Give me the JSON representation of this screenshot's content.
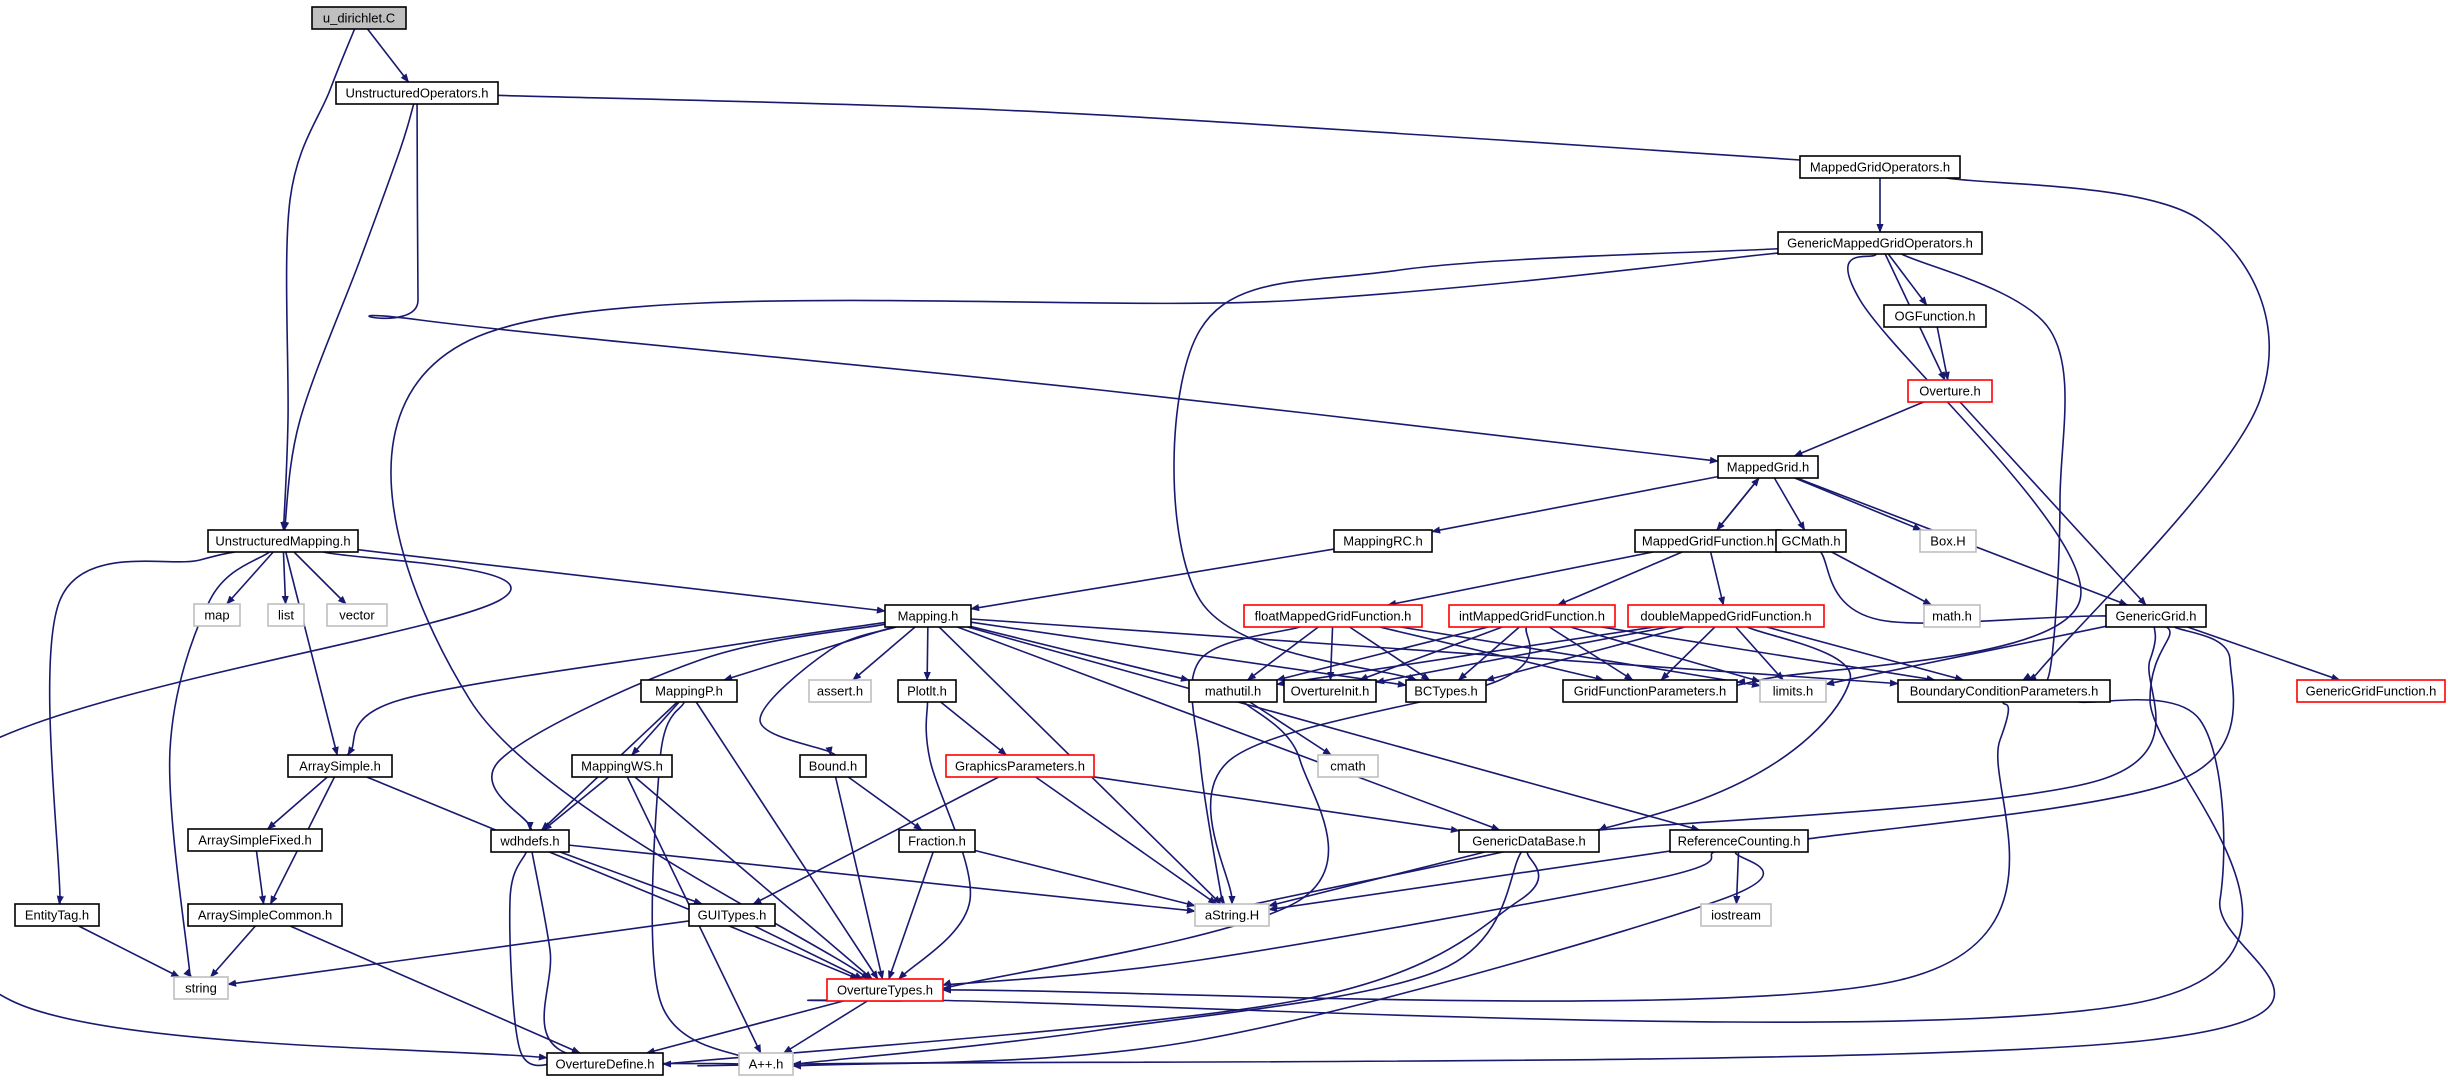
{
  "graph": {
    "nodes": [
      {
        "id": "u_dirichlet",
        "label": "u_dirichlet.C",
        "style": "root"
      },
      {
        "id": "UnstructuredOperators",
        "label": "UnstructuredOperators.h",
        "style": "normal"
      },
      {
        "id": "MappedGridOperators",
        "label": "MappedGridOperators.h",
        "style": "normal"
      },
      {
        "id": "GenericMappedGridOperators",
        "label": "GenericMappedGridOperators.h",
        "style": "normal"
      },
      {
        "id": "OGFunction",
        "label": "OGFunction.h",
        "style": "normal"
      },
      {
        "id": "Overture",
        "label": "Overture.h",
        "style": "red"
      },
      {
        "id": "MappedGrid",
        "label": "MappedGrid.h",
        "style": "normal"
      },
      {
        "id": "UnstructuredMapping",
        "label": "UnstructuredMapping.h",
        "style": "normal"
      },
      {
        "id": "MappingRC",
        "label": "MappingRC.h",
        "style": "normal"
      },
      {
        "id": "MappedGridFunction",
        "label": "MappedGridFunction.h",
        "style": "normal"
      },
      {
        "id": "GCMath",
        "label": "GCMath.h",
        "style": "normal"
      },
      {
        "id": "BoxH",
        "label": "Box.H",
        "style": "gray"
      },
      {
        "id": "map",
        "label": "map",
        "style": "gray"
      },
      {
        "id": "list",
        "label": "list",
        "style": "gray"
      },
      {
        "id": "vector",
        "label": "vector",
        "style": "gray"
      },
      {
        "id": "Mapping",
        "label": "Mapping.h",
        "style": "normal"
      },
      {
        "id": "mathh",
        "label": "math.h",
        "style": "gray"
      },
      {
        "id": "floatMGF",
        "label": "floatMappedGridFunction.h",
        "style": "red"
      },
      {
        "id": "intMGF",
        "label": "intMappedGridFunction.h",
        "style": "red"
      },
      {
        "id": "doubleMGF",
        "label": "doubleMappedGridFunction.h",
        "style": "red"
      },
      {
        "id": "GenericGrid",
        "label": "GenericGrid.h",
        "style": "normal"
      },
      {
        "id": "MappingP",
        "label": "MappingP.h",
        "style": "normal"
      },
      {
        "id": "asserth",
        "label": "assert.h",
        "style": "gray"
      },
      {
        "id": "Plotlt",
        "label": "Plotlt.h",
        "style": "normal"
      },
      {
        "id": "mathutil",
        "label": "mathutil.h",
        "style": "normal"
      },
      {
        "id": "OvertureInit",
        "label": "OvertureInit.h",
        "style": "normal"
      },
      {
        "id": "BCTypes",
        "label": "BCTypes.h",
        "style": "normal"
      },
      {
        "id": "GridFunctionParameters",
        "label": "GridFunctionParameters.h",
        "style": "normal"
      },
      {
        "id": "limitsh",
        "label": "limits.h",
        "style": "gray"
      },
      {
        "id": "BoundaryConditionParameters",
        "label": "BoundaryConditionParameters.h",
        "style": "normal"
      },
      {
        "id": "GenericGridFunction",
        "label": "GenericGridFunction.h",
        "style": "red"
      },
      {
        "id": "ArraySimple",
        "label": "ArraySimple.h",
        "style": "normal"
      },
      {
        "id": "MappingWS",
        "label": "MappingWS.h",
        "style": "normal"
      },
      {
        "id": "Bound",
        "label": "Bound.h",
        "style": "normal"
      },
      {
        "id": "GraphicsParameters",
        "label": "GraphicsParameters.h",
        "style": "red"
      },
      {
        "id": "cmath",
        "label": "cmath",
        "style": "gray"
      },
      {
        "id": "ArraySimpleFixed",
        "label": "ArraySimpleFixed.h",
        "style": "normal"
      },
      {
        "id": "wdhdefs",
        "label": "wdhdefs.h",
        "style": "normal"
      },
      {
        "id": "Fraction",
        "label": "Fraction.h",
        "style": "normal"
      },
      {
        "id": "GenericDataBase",
        "label": "GenericDataBase.h",
        "style": "normal"
      },
      {
        "id": "ReferenceCounting",
        "label": "ReferenceCounting.h",
        "style": "normal"
      },
      {
        "id": "EntityTag",
        "label": "EntityTag.h",
        "style": "normal"
      },
      {
        "id": "ArraySimpleCommon",
        "label": "ArraySimpleCommon.h",
        "style": "normal"
      },
      {
        "id": "GUITypes",
        "label": "GUITypes.h",
        "style": "normal"
      },
      {
        "id": "aStringH",
        "label": "aString.H",
        "style": "gray"
      },
      {
        "id": "iostream",
        "label": "iostream",
        "style": "gray"
      },
      {
        "id": "string",
        "label": "string",
        "style": "gray"
      },
      {
        "id": "OvertureTypes",
        "label": "OvertureTypes.h",
        "style": "red"
      },
      {
        "id": "OvertureDefine",
        "label": "OvertureDefine.h",
        "style": "normal"
      },
      {
        "id": "Appplush",
        "label": "A++.h",
        "style": "gray"
      }
    ],
    "edges": [
      {
        "from": "u_dirichlet",
        "to": "UnstructuredOperators"
      },
      {
        "from": "u_dirichlet",
        "to": "UnstructuredMapping"
      },
      {
        "from": "UnstructuredOperators",
        "to": "UnstructuredMapping"
      },
      {
        "from": "UnstructuredOperators",
        "to": "MappedGridOperators"
      },
      {
        "from": "UnstructuredOperators",
        "to": "MappedGrid"
      },
      {
        "from": "MappedGridOperators",
        "to": "GenericMappedGridOperators"
      },
      {
        "from": "MappedGridOperators",
        "to": "BoundaryConditionParameters"
      },
      {
        "from": "GenericMappedGridOperators",
        "to": "OGFunction"
      },
      {
        "from": "GenericMappedGridOperators",
        "to": "Overture"
      },
      {
        "from": "GenericMappedGridOperators",
        "to": "BoundaryConditionParameters"
      },
      {
        "from": "GenericMappedGridOperators",
        "to": "GridFunctionParameters"
      },
      {
        "from": "GenericMappedGridOperators",
        "to": "BCTypes"
      },
      {
        "from": "GenericMappedGridOperators",
        "to": "OvertureTypes"
      },
      {
        "from": "OGFunction",
        "to": "Overture"
      },
      {
        "from": "Overture",
        "to": "MappedGrid"
      },
      {
        "from": "Overture",
        "to": "GenericGrid"
      },
      {
        "from": "MappedGrid",
        "to": "MappingRC"
      },
      {
        "from": "MappedGrid",
        "to": "MappedGridFunction"
      },
      {
        "from": "MappedGrid",
        "to": "GCMath"
      },
      {
        "from": "MappedGrid",
        "to": "BoxH"
      },
      {
        "from": "MappedGrid",
        "to": "GenericGrid"
      },
      {
        "from": "MappedGridFunction",
        "to": "MappedGrid"
      },
      {
        "from": "MappedGridFunction",
        "to": "floatMGF"
      },
      {
        "from": "MappedGridFunction",
        "to": "intMGF"
      },
      {
        "from": "MappedGridFunction",
        "to": "doubleMGF"
      },
      {
        "from": "MappingRC",
        "to": "Mapping"
      },
      {
        "from": "GCMath",
        "to": "mathh"
      },
      {
        "from": "GCMath",
        "to": "OvertureTypes"
      },
      {
        "from": "UnstructuredMapping",
        "to": "map"
      },
      {
        "from": "UnstructuredMapping",
        "to": "list"
      },
      {
        "from": "UnstructuredMapping",
        "to": "vector"
      },
      {
        "from": "UnstructuredMapping",
        "to": "Mapping"
      },
      {
        "from": "UnstructuredMapping",
        "to": "ArraySimple"
      },
      {
        "from": "UnstructuredMapping",
        "to": "EntityTag"
      },
      {
        "from": "UnstructuredMapping",
        "to": "string"
      },
      {
        "from": "UnstructuredMapping",
        "to": "OvertureDefine"
      },
      {
        "from": "Mapping",
        "to": "MappingP"
      },
      {
        "from": "Mapping",
        "to": "asserth"
      },
      {
        "from": "Mapping",
        "to": "Plotlt"
      },
      {
        "from": "Mapping",
        "to": "mathutil"
      },
      {
        "from": "Mapping",
        "to": "BCTypes"
      },
      {
        "from": "Mapping",
        "to": "Bound"
      },
      {
        "from": "Mapping",
        "to": "wdhdefs"
      },
      {
        "from": "Mapping",
        "to": "ArraySimple"
      },
      {
        "from": "Mapping",
        "to": "GenericDataBase"
      },
      {
        "from": "Mapping",
        "to": "ReferenceCounting"
      },
      {
        "from": "Mapping",
        "to": "aStringH"
      },
      {
        "from": "Mapping",
        "to": "BoundaryConditionParameters"
      },
      {
        "from": "floatMGF",
        "to": "mathutil"
      },
      {
        "from": "floatMGF",
        "to": "OvertureInit"
      },
      {
        "from": "floatMGF",
        "to": "BCTypes"
      },
      {
        "from": "floatMGF",
        "to": "GridFunctionParameters"
      },
      {
        "from": "floatMGF",
        "to": "limitsh"
      },
      {
        "from": "floatMGF",
        "to": "aStringH"
      },
      {
        "from": "intMGF",
        "to": "mathutil"
      },
      {
        "from": "intMGF",
        "to": "OvertureInit"
      },
      {
        "from": "intMGF",
        "to": "BCTypes"
      },
      {
        "from": "intMGF",
        "to": "GridFunctionParameters"
      },
      {
        "from": "intMGF",
        "to": "limitsh"
      },
      {
        "from": "intMGF",
        "to": "BoundaryConditionParameters"
      },
      {
        "from": "intMGF",
        "to": "aStringH"
      },
      {
        "from": "doubleMGF",
        "to": "mathutil"
      },
      {
        "from": "doubleMGF",
        "to": "OvertureInit"
      },
      {
        "from": "doubleMGF",
        "to": "BCTypes"
      },
      {
        "from": "doubleMGF",
        "to": "GridFunctionParameters"
      },
      {
        "from": "doubleMGF",
        "to": "limitsh"
      },
      {
        "from": "doubleMGF",
        "to": "BoundaryConditionParameters"
      },
      {
        "from": "doubleMGF",
        "to": "aStringH"
      },
      {
        "from": "GenericGrid",
        "to": "GenericGridFunction"
      },
      {
        "from": "GenericGrid",
        "to": "limitsh"
      },
      {
        "from": "GenericGrid",
        "to": "GenericDataBase"
      },
      {
        "from": "GenericGrid",
        "to": "ReferenceCounting"
      },
      {
        "from": "MappingP",
        "to": "MappingWS"
      },
      {
        "from": "MappingP",
        "to": "wdhdefs"
      },
      {
        "from": "MappingP",
        "to": "OvertureTypes"
      },
      {
        "from": "MappingP",
        "to": "Appplush"
      },
      {
        "from": "Plotlt",
        "to": "GraphicsParameters"
      },
      {
        "from": "Plotlt",
        "to": "OvertureTypes"
      },
      {
        "from": "mathutil",
        "to": "cmath"
      },
      {
        "from": "mathutil",
        "to": "OvertureTypes"
      },
      {
        "from": "BoundaryConditionParameters",
        "to": "OvertureTypes"
      },
      {
        "from": "BoundaryConditionParameters",
        "to": "Appplush"
      },
      {
        "from": "ArraySimple",
        "to": "ArraySimpleFixed"
      },
      {
        "from": "ArraySimple",
        "to": "ArraySimpleCommon"
      },
      {
        "from": "ArraySimple",
        "to": "OvertureTypes"
      },
      {
        "from": "ArraySimpleFixed",
        "to": "ArraySimpleCommon"
      },
      {
        "from": "ArraySimpleCommon",
        "to": "string"
      },
      {
        "from": "ArraySimpleCommon",
        "to": "OvertureDefine"
      },
      {
        "from": "MappingWS",
        "to": "wdhdefs"
      },
      {
        "from": "MappingWS",
        "to": "OvertureTypes"
      },
      {
        "from": "MappingWS",
        "to": "Appplush"
      },
      {
        "from": "Bound",
        "to": "Fraction"
      },
      {
        "from": "Bound",
        "to": "OvertureTypes"
      },
      {
        "from": "Fraction",
        "to": "aStringH"
      },
      {
        "from": "Fraction",
        "to": "OvertureTypes"
      },
      {
        "from": "GraphicsParameters",
        "to": "GUITypes"
      },
      {
        "from": "GraphicsParameters",
        "to": "aStringH"
      },
      {
        "from": "GraphicsParameters",
        "to": "GenericDataBase"
      },
      {
        "from": "wdhdefs",
        "to": "GUITypes"
      },
      {
        "from": "wdhdefs",
        "to": "aStringH"
      },
      {
        "from": "wdhdefs",
        "to": "OvertureDefine"
      },
      {
        "from": "wdhdefs",
        "to": "Appplush"
      },
      {
        "from": "GUITypes",
        "to": "string"
      },
      {
        "from": "GUITypes",
        "to": "OvertureTypes"
      },
      {
        "from": "GenericDataBase",
        "to": "aStringH"
      },
      {
        "from": "GenericDataBase",
        "to": "OvertureDefine"
      },
      {
        "from": "GenericDataBase",
        "to": "Appplush"
      },
      {
        "from": "ReferenceCounting",
        "to": "iostream"
      },
      {
        "from": "ReferenceCounting",
        "to": "aStringH"
      },
      {
        "from": "ReferenceCounting",
        "to": "OvertureTypes"
      },
      {
        "from": "ReferenceCounting",
        "to": "Appplush"
      },
      {
        "from": "EntityTag",
        "to": "string"
      },
      {
        "from": "OvertureTypes",
        "to": "OvertureDefine"
      },
      {
        "from": "OvertureTypes",
        "to": "Appplush"
      }
    ]
  },
  "colors": {
    "edge": "#191970",
    "box_normal": "#000000",
    "box_red": "#ff0000",
    "box_gray": "#bfbfbf",
    "root_fill": "#bfbfbf",
    "node_fill": "#ffffff"
  }
}
